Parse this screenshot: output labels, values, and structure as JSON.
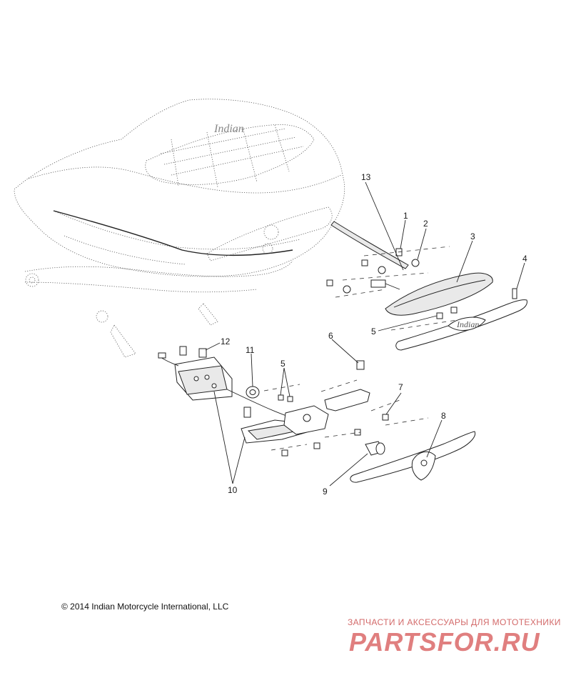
{
  "callouts": [
    {
      "id": "c1",
      "label": "1"
    },
    {
      "id": "c2",
      "label": "2"
    },
    {
      "id": "c3",
      "label": "3"
    },
    {
      "id": "c4",
      "label": "4"
    },
    {
      "id": "c5a",
      "label": "5"
    },
    {
      "id": "c5b",
      "label": "5"
    },
    {
      "id": "c6",
      "label": "6"
    },
    {
      "id": "c7",
      "label": "7"
    },
    {
      "id": "c8",
      "label": "8"
    },
    {
      "id": "c9",
      "label": "9"
    },
    {
      "id": "c10",
      "label": "10"
    },
    {
      "id": "c11",
      "label": "11"
    },
    {
      "id": "c12",
      "label": "12"
    },
    {
      "id": "c13",
      "label": "13"
    }
  ],
  "copyright": "© 2014 Indian Motorcycle International, LLC",
  "watermark": {
    "tagline": "ЗАПЧАСТИ И АКСЕССУАРЫ ДЛЯ МОТОТЕХНИКИ",
    "logo": "PARTSFOR.RU"
  }
}
